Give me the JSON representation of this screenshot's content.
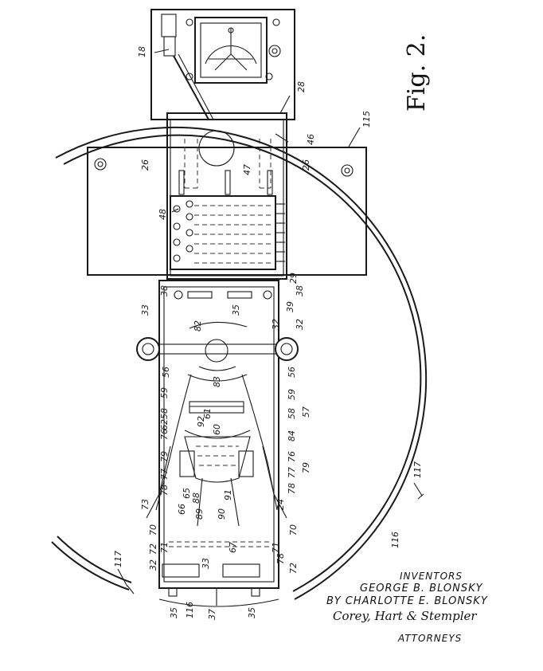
{
  "figure": {
    "label": "Fig. 2."
  },
  "inventors": {
    "heading": "INVENTORS",
    "name_1": "GEORGE B. BLONSKY",
    "name_2": "BY CHARLOTTE E. BLONSKY"
  },
  "attorneys": {
    "signature": "Corey, Hart & Stempler",
    "label": "ATTORNEYS"
  },
  "reference_numerals": [
    "18",
    "28",
    "46",
    "115",
    "26",
    "26",
    "47",
    "48",
    "38",
    "29",
    "38",
    "33",
    "39",
    "32",
    "32",
    "35",
    "56",
    "56",
    "83",
    "59",
    "59",
    "58",
    "58",
    "57",
    "76",
    "76",
    "62",
    "84",
    "79",
    "79",
    "77",
    "77",
    "78",
    "78",
    "73",
    "24",
    "70",
    "70",
    "72",
    "72",
    "71",
    "71",
    "67",
    "32",
    "33",
    "78",
    "117",
    "117",
    "116",
    "116",
    "35",
    "37",
    "35",
    "82",
    "61",
    "92",
    "60",
    "88",
    "89",
    "90",
    "91",
    "65",
    "66"
  ]
}
